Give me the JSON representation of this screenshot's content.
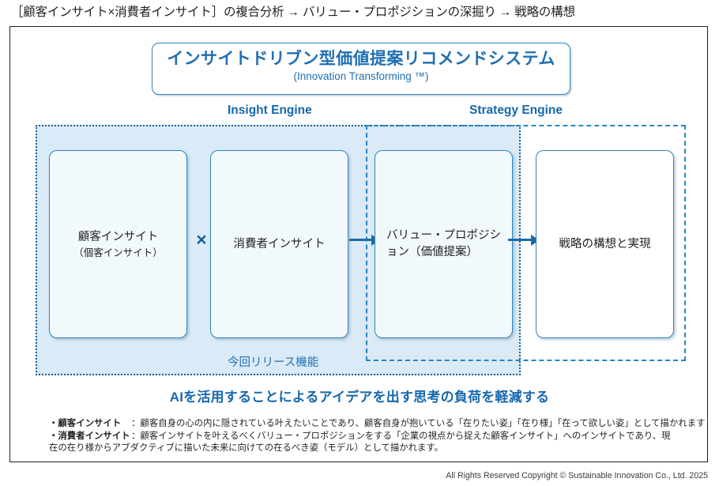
{
  "headline": "［顧客インサイト×消費者インサイト］の複合分析 → バリュー・プロポジションの深掘り → 戦略の構想",
  "title_card": {
    "main": "インサイトドリブン型価値提案リコメンドシステム",
    "sub": "(Innovation Transforming ™)"
  },
  "engines": {
    "insight_label": "Insight Engine",
    "strategy_label": "Strategy Engine"
  },
  "boxes": [
    {
      "main": "顧客インサイト",
      "sub": "（個客インサイト）"
    },
    {
      "main": "消費者インサイト",
      "sub": ""
    },
    {
      "main": "バリュー・プロポジション（価値提案）",
      "sub": ""
    },
    {
      "main": "戦略の構想と実現",
      "sub": ""
    }
  ],
  "operators": {
    "multiply": "×",
    "arrow1": "arrow-right",
    "arrow2": "arrow-right"
  },
  "release_caption": "今回リリース機能",
  "tagline": "AIを活用することによるアイデアを出す思考の負荷を軽減する",
  "footnote": {
    "item1_key": "・顧客インサイト",
    "item1_sep": "：",
    "item1_text": "顧客自身の心の内に隠されている叶えたいことであり、顧客自身が抱いている「在りたい姿」「在り様」「在って欲しい姿」として描かれます",
    "item2_key": "・消費者インサイト",
    "item2_sep": "：",
    "item2_text": "顧客インサイトを叶えるべくバリュー・プロポジションをする「企業の視点から捉えた顧客インサイト」へのインサイトであり、現在の在り様からアブダクティブに描いた未来に向けての在るべき姿（モデル）として描かれます。"
  },
  "copyright": "All Rights Reserved Copyright © Sustainable Innovation Co., Ltd. 2025",
  "colors": {
    "accent_blue": "#1668ad",
    "box_border": "#2e86c1",
    "region_fill": "#daeaf7",
    "box_fill": "#f2f9fd"
  }
}
